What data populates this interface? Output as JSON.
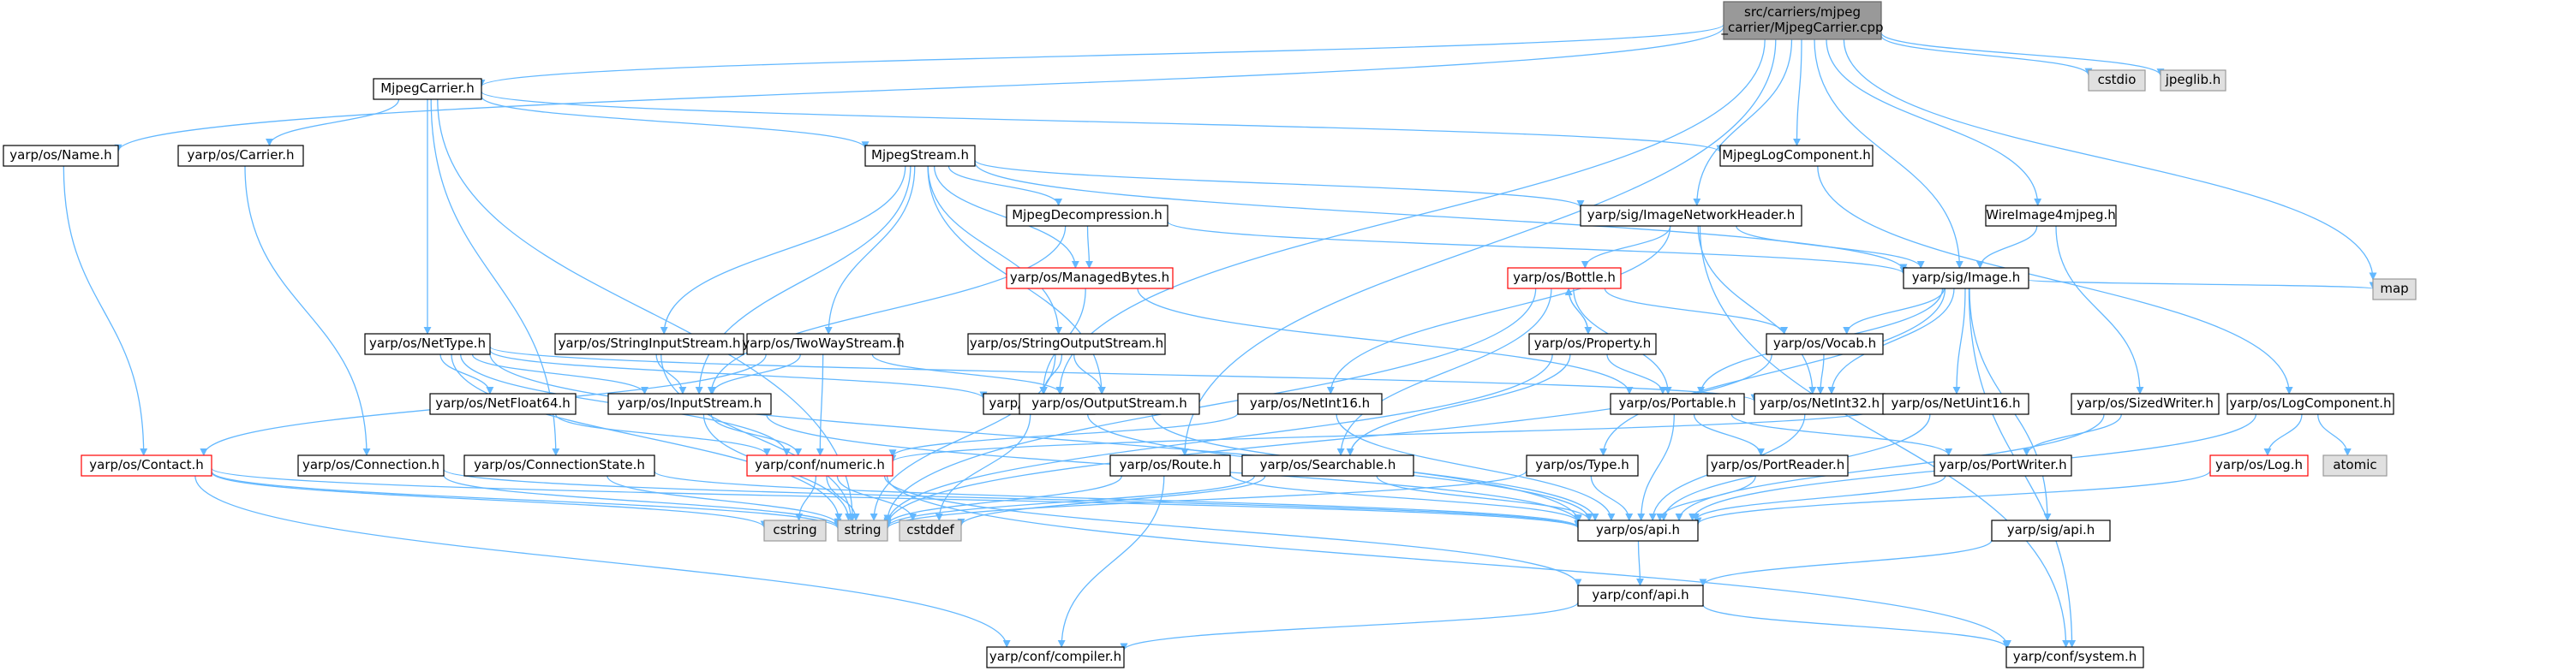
{
  "colors": {
    "edge": "#63b8ff",
    "node_fill": "#ffffff",
    "node_border": "#000000",
    "root_fill": "#999999",
    "root_border": "#666666",
    "missing_border": "#ff0000",
    "system_fill": "#e0e0e0",
    "system_border": "#999999",
    "text": "#000000"
  },
  "nodes": [
    {
      "id": "root",
      "lines": [
        "src/carriers/mjpeg",
        "_carrier/MjpegCarrier.cpp"
      ],
      "style": "root"
    },
    {
      "id": "mjpegcarrier",
      "lines": [
        "MjpegCarrier.h"
      ],
      "style": "normal"
    },
    {
      "id": "cstdio",
      "lines": [
        "cstdio"
      ],
      "style": "system"
    },
    {
      "id": "jpeglib",
      "lines": [
        "jpeglib.h"
      ],
      "style": "system"
    },
    {
      "id": "name",
      "lines": [
        "yarp/os/Name.h"
      ],
      "style": "normal"
    },
    {
      "id": "carrier",
      "lines": [
        "yarp/os/Carrier.h"
      ],
      "style": "normal"
    },
    {
      "id": "mjpegstream",
      "lines": [
        "MjpegStream.h"
      ],
      "style": "normal"
    },
    {
      "id": "mjpeglog",
      "lines": [
        "MjpegLogComponent.h"
      ],
      "style": "normal"
    },
    {
      "id": "mjpegdecomp",
      "lines": [
        "MjpegDecompression.h"
      ],
      "style": "normal"
    },
    {
      "id": "imgnethdr",
      "lines": [
        "yarp/sig/ImageNetworkHeader.h"
      ],
      "style": "normal"
    },
    {
      "id": "wireimage",
      "lines": [
        "WireImage4mjpeg.h"
      ],
      "style": "normal"
    },
    {
      "id": "managedbytes",
      "lines": [
        "yarp/os/ManagedBytes.h"
      ],
      "style": "missing"
    },
    {
      "id": "bottle",
      "lines": [
        "yarp/os/Bottle.h"
      ],
      "style": "missing"
    },
    {
      "id": "image",
      "lines": [
        "yarp/sig/Image.h"
      ],
      "style": "normal"
    },
    {
      "id": "map",
      "lines": [
        "map"
      ],
      "style": "system"
    },
    {
      "id": "nettype",
      "lines": [
        "yarp/os/NetType.h"
      ],
      "style": "normal"
    },
    {
      "id": "strinstream",
      "lines": [
        "yarp/os/StringInputStream.h"
      ],
      "style": "normal"
    },
    {
      "id": "twoway",
      "lines": [
        "yarp/os/TwoWayStream.h"
      ],
      "style": "normal"
    },
    {
      "id": "stroutstream",
      "lines": [
        "yarp/os/StringOutputStream.h"
      ],
      "style": "normal"
    },
    {
      "id": "property",
      "lines": [
        "yarp/os/Property.h"
      ],
      "style": "normal"
    },
    {
      "id": "vocab",
      "lines": [
        "yarp/os/Vocab.h"
      ],
      "style": "normal"
    },
    {
      "id": "netfloat64",
      "lines": [
        "yarp/os/NetFloat64.h"
      ],
      "style": "normal"
    },
    {
      "id": "inputstream",
      "lines": [
        "yarp/os/InputStream.h"
      ],
      "style": "normal"
    },
    {
      "id": "bytes",
      "lines": [
        "yarp/os/Bytes.h"
      ],
      "style": "normal"
    },
    {
      "id": "outputstream",
      "lines": [
        "yarp/os/OutputStream.h"
      ],
      "style": "normal"
    },
    {
      "id": "netint16",
      "lines": [
        "yarp/os/NetInt16.h"
      ],
      "style": "normal"
    },
    {
      "id": "portable",
      "lines": [
        "yarp/os/Portable.h"
      ],
      "style": "normal"
    },
    {
      "id": "netint32",
      "lines": [
        "yarp/os/NetInt32.h"
      ],
      "style": "normal"
    },
    {
      "id": "netuint16",
      "lines": [
        "yarp/os/NetUint16.h"
      ],
      "style": "normal"
    },
    {
      "id": "sizedwriter",
      "lines": [
        "yarp/os/SizedWriter.h"
      ],
      "style": "normal"
    },
    {
      "id": "logcomponent",
      "lines": [
        "yarp/os/LogComponent.h"
      ],
      "style": "normal"
    },
    {
      "id": "contact",
      "lines": [
        "yarp/os/Contact.h"
      ],
      "style": "missing"
    },
    {
      "id": "connection",
      "lines": [
        "yarp/os/Connection.h"
      ],
      "style": "normal"
    },
    {
      "id": "connstate",
      "lines": [
        "yarp/os/ConnectionState.h"
      ],
      "style": "normal"
    },
    {
      "id": "numeric",
      "lines": [
        "yarp/conf/numeric.h"
      ],
      "style": "missing"
    },
    {
      "id": "route",
      "lines": [
        "yarp/os/Route.h"
      ],
      "style": "normal"
    },
    {
      "id": "searchable",
      "lines": [
        "yarp/os/Searchable.h"
      ],
      "style": "normal"
    },
    {
      "id": "type",
      "lines": [
        "yarp/os/Type.h"
      ],
      "style": "normal"
    },
    {
      "id": "portreader",
      "lines": [
        "yarp/os/PortReader.h"
      ],
      "style": "normal"
    },
    {
      "id": "portwriter",
      "lines": [
        "yarp/os/PortWriter.h"
      ],
      "style": "normal"
    },
    {
      "id": "log",
      "lines": [
        "yarp/os/Log.h"
      ],
      "style": "missing"
    },
    {
      "id": "atomic",
      "lines": [
        "atomic"
      ],
      "style": "system"
    },
    {
      "id": "cstring",
      "lines": [
        "cstring"
      ],
      "style": "system"
    },
    {
      "id": "string",
      "lines": [
        "string"
      ],
      "style": "system"
    },
    {
      "id": "cstddef",
      "lines": [
        "cstddef"
      ],
      "style": "system"
    },
    {
      "id": "osapi",
      "lines": [
        "yarp/os/api.h"
      ],
      "style": "normal"
    },
    {
      "id": "sigapi",
      "lines": [
        "yarp/sig/api.h"
      ],
      "style": "normal"
    },
    {
      "id": "confapi",
      "lines": [
        "yarp/conf/api.h"
      ],
      "style": "normal"
    },
    {
      "id": "compiler",
      "lines": [
        "yarp/conf/compiler.h"
      ],
      "style": "normal"
    },
    {
      "id": "system",
      "lines": [
        "yarp/conf/system.h"
      ],
      "style": "normal"
    }
  ],
  "edges": [
    [
      "root",
      "mjpegcarrier"
    ],
    [
      "root",
      "cstdio"
    ],
    [
      "root",
      "jpeglib"
    ],
    [
      "root",
      "name"
    ],
    [
      "root",
      "mjpeglog"
    ],
    [
      "root",
      "imgnethdr"
    ],
    [
      "root",
      "wireimage"
    ],
    [
      "root",
      "image"
    ],
    [
      "root",
      "map"
    ],
    [
      "root",
      "bytes"
    ],
    [
      "root",
      "route"
    ],
    [
      "mjpegcarrier",
      "carrier"
    ],
    [
      "mjpegcarrier",
      "mjpegstream"
    ],
    [
      "mjpegcarrier",
      "mjpeglog"
    ],
    [
      "mjpegcarrier",
      "nettype"
    ],
    [
      "mjpegcarrier",
      "connstate"
    ],
    [
      "mjpegcarrier",
      "string"
    ],
    [
      "name",
      "contact"
    ],
    [
      "carrier",
      "connection"
    ],
    [
      "mjpegstream",
      "mjpegdecomp"
    ],
    [
      "mjpegstream",
      "managedbytes"
    ],
    [
      "mjpegstream",
      "imgnethdr"
    ],
    [
      "mjpegstream",
      "image"
    ],
    [
      "mjpegstream",
      "strinstream"
    ],
    [
      "mjpegstream",
      "twoway"
    ],
    [
      "mjpegstream",
      "stroutstream"
    ],
    [
      "mjpegstream",
      "inputstream"
    ],
    [
      "mjpegstream",
      "outputstream"
    ],
    [
      "mjpeglog",
      "logcomponent"
    ],
    [
      "mjpegdecomp",
      "managedbytes"
    ],
    [
      "mjpegdecomp",
      "image"
    ],
    [
      "mjpegdecomp",
      "inputstream"
    ],
    [
      "imgnethdr",
      "image"
    ],
    [
      "imgnethdr",
      "bottle"
    ],
    [
      "imgnethdr",
      "netint16"
    ],
    [
      "imgnethdr",
      "netint32"
    ],
    [
      "imgnethdr",
      "system"
    ],
    [
      "wireimage",
      "image"
    ],
    [
      "wireimage",
      "sizedwriter"
    ],
    [
      "managedbytes",
      "bytes"
    ],
    [
      "managedbytes",
      "portable"
    ],
    [
      "bottle",
      "property"
    ],
    [
      "bottle",
      "vocab"
    ],
    [
      "bottle",
      "portable"
    ],
    [
      "bottle",
      "searchable"
    ],
    [
      "bottle",
      "string"
    ],
    [
      "property",
      "bottle"
    ],
    [
      "property",
      "portable"
    ],
    [
      "property",
      "searchable"
    ],
    [
      "property",
      "string"
    ],
    [
      "image",
      "vocab"
    ],
    [
      "image",
      "portable"
    ],
    [
      "image",
      "netint32"
    ],
    [
      "image",
      "netuint16"
    ],
    [
      "image",
      "map"
    ],
    [
      "image",
      "type"
    ],
    [
      "image",
      "sigapi"
    ],
    [
      "image",
      "system"
    ],
    [
      "nettype",
      "netfloat64"
    ],
    [
      "nettype",
      "inputstream"
    ],
    [
      "nettype",
      "bytes"
    ],
    [
      "nettype",
      "netint32"
    ],
    [
      "nettype",
      "numeric"
    ],
    [
      "nettype",
      "string"
    ],
    [
      "nettype",
      "osapi"
    ],
    [
      "strinstream",
      "inputstream"
    ],
    [
      "strinstream",
      "string"
    ],
    [
      "twoway",
      "inputstream"
    ],
    [
      "twoway",
      "outputstream"
    ],
    [
      "twoway",
      "contact"
    ],
    [
      "twoway",
      "numeric"
    ],
    [
      "stroutstream",
      "outputstream"
    ],
    [
      "stroutstream",
      "bytes"
    ],
    [
      "stroutstream",
      "string"
    ],
    [
      "vocab",
      "netint32"
    ],
    [
      "vocab",
      "string"
    ],
    [
      "netfloat64",
      "numeric"
    ],
    [
      "inputstream",
      "numeric"
    ],
    [
      "inputstream",
      "string"
    ],
    [
      "inputstream",
      "osapi"
    ],
    [
      "bytes",
      "cstddef"
    ],
    [
      "bytes",
      "osapi"
    ],
    [
      "outputstream",
      "osapi"
    ],
    [
      "netint16",
      "numeric"
    ],
    [
      "netint16",
      "osapi"
    ],
    [
      "portable",
      "portreader"
    ],
    [
      "portable",
      "portwriter"
    ],
    [
      "portable",
      "osapi"
    ],
    [
      "netint32",
      "osapi"
    ],
    [
      "netuint16",
      "numeric"
    ],
    [
      "netuint16",
      "osapi"
    ],
    [
      "sizedwriter",
      "portwriter"
    ],
    [
      "sizedwriter",
      "osapi"
    ],
    [
      "logcomponent",
      "log"
    ],
    [
      "logcomponent",
      "atomic"
    ],
    [
      "logcomponent",
      "osapi"
    ],
    [
      "contact",
      "string"
    ],
    [
      "contact",
      "cstring"
    ],
    [
      "contact",
      "compiler"
    ],
    [
      "contact",
      "osapi"
    ],
    [
      "connection",
      "string"
    ],
    [
      "connection",
      "osapi"
    ],
    [
      "connstate",
      "string"
    ],
    [
      "connstate",
      "osapi"
    ],
    [
      "numeric",
      "cstring"
    ],
    [
      "numeric",
      "string"
    ],
    [
      "numeric",
      "cstddef"
    ],
    [
      "numeric",
      "confapi"
    ],
    [
      "numeric",
      "system"
    ],
    [
      "route",
      "string"
    ],
    [
      "route",
      "osapi"
    ],
    [
      "route",
      "compiler"
    ],
    [
      "searchable",
      "string"
    ],
    [
      "searchable",
      "cstddef"
    ],
    [
      "searchable",
      "osapi"
    ],
    [
      "type",
      "string"
    ],
    [
      "type",
      "osapi"
    ],
    [
      "portreader",
      "osapi"
    ],
    [
      "portwriter",
      "osapi"
    ],
    [
      "log",
      "osapi"
    ],
    [
      "osapi",
      "confapi"
    ],
    [
      "sigapi",
      "confapi"
    ],
    [
      "confapi",
      "compiler"
    ],
    [
      "confapi",
      "system"
    ]
  ]
}
